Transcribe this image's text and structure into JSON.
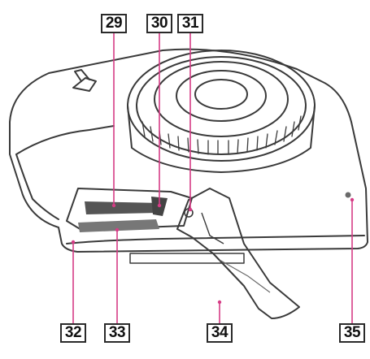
{
  "callouts": [
    {
      "id": "29",
      "label": "29"
    },
    {
      "id": "30",
      "label": "30"
    },
    {
      "id": "31",
      "label": "31"
    },
    {
      "id": "32",
      "label": "32"
    },
    {
      "id": "33",
      "label": "33"
    },
    {
      "id": "34",
      "label": "34"
    },
    {
      "id": "35",
      "label": "35"
    }
  ],
  "colors": {
    "outline": "#3a3a3a",
    "leader": "#d63c86",
    "compartment": "#555555"
  }
}
